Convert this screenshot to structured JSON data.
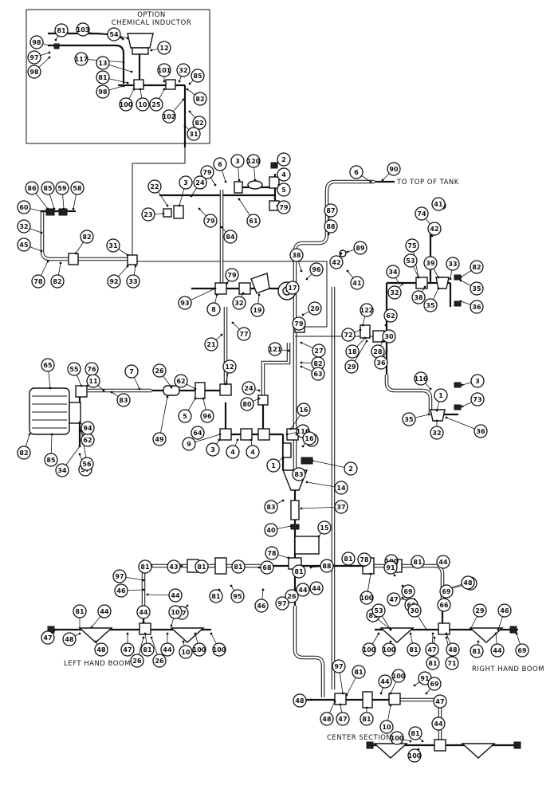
{
  "labels": {
    "option": "OPTION",
    "chemical_inductor": "CHEMICAL INDUCTOR",
    "to_top_of_tank": "TO TOP OF TANK",
    "left_hand_boom": "LEFT HAND BOOM",
    "right_hand_boom": "RIGHT HAND BOOM",
    "center_section": "CENTER SECTION"
  },
  "callouts": [
    "98",
    "81",
    "103",
    "54",
    "12",
    "97",
    "98",
    "117",
    "13",
    "101",
    "32",
    "85",
    "81",
    "98",
    "100",
    "10",
    "25",
    "82",
    "102",
    "82",
    "31",
    "6",
    "3",
    "120",
    "2",
    "4",
    "79",
    "22",
    "3",
    "24",
    "5",
    "23",
    "79",
    "61",
    "79",
    "6",
    "90",
    "86",
    "85",
    "59",
    "58",
    "60",
    "82",
    "32",
    "84",
    "45",
    "78",
    "82",
    "31",
    "92",
    "33",
    "38",
    "96",
    "87",
    "88",
    "89",
    "42",
    "41",
    "74",
    "41",
    "42",
    "75",
    "53",
    "39",
    "33",
    "34",
    "82",
    "35",
    "36",
    "38",
    "32",
    "35",
    "79",
    "93",
    "8",
    "32",
    "19",
    "17",
    "20",
    "21",
    "77",
    "79",
    "122",
    "62",
    "72",
    "27",
    "30",
    "18",
    "28",
    "29",
    "36",
    "82",
    "121",
    "63",
    "65",
    "55",
    "76",
    "7",
    "26",
    "62",
    "12",
    "24",
    "80",
    "11",
    "83",
    "96",
    "5",
    "116",
    "16",
    "12",
    "116",
    "3",
    "1",
    "73",
    "35",
    "32",
    "36",
    "82",
    "85",
    "34",
    "57",
    "56",
    "62",
    "94",
    "49",
    "64",
    "9",
    "4",
    "4",
    "3",
    "1",
    "16",
    "2",
    "83",
    "14",
    "83",
    "37",
    "40",
    "15",
    "78",
    "81",
    "88",
    "81",
    "43",
    "81",
    "81",
    "68",
    "44",
    "26",
    "81",
    "78",
    "100",
    "81",
    "44",
    "97",
    "46",
    "44",
    "67",
    "81",
    "95",
    "46",
    "97",
    "44",
    "100",
    "91",
    "69",
    "66",
    "66",
    "69",
    "91",
    "48",
    "47",
    "81",
    "44",
    "10",
    "44",
    "81",
    "47",
    "48",
    "48",
    "47",
    "81",
    "44",
    "10",
    "100",
    "100",
    "100",
    "100",
    "81",
    "47",
    "48",
    "81",
    "44",
    "69",
    "26",
    "26",
    "81",
    "71",
    "53",
    "30",
    "29",
    "46",
    "81",
    "97",
    "100",
    "91",
    "69",
    "47",
    "48",
    "48",
    "47",
    "81",
    "44",
    "10",
    "44",
    "81",
    "100",
    "100"
  ]
}
